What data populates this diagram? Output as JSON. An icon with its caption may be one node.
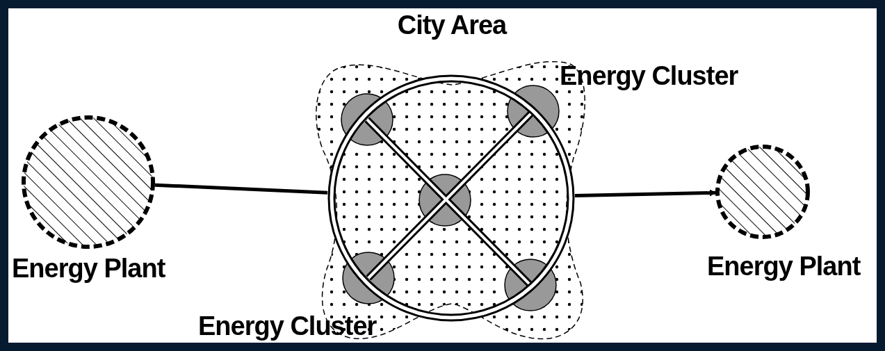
{
  "diagram": {
    "nodes": [
      {
        "text": [
          "Energy Plant"
        ]
      },
      {
        "text": [
          "City Area"
        ]
      },
      {
        "text": [],
        "shape": "circle",
        "in": 1
      },
      {
        "text": [],
        "shape": "circle",
        "in": 2
      },
      {
        "text": [],
        "shape": "circle",
        "in": 2,
        "beside": [
          "Energy Cluster"
        ]
      },
      {
        "text": [],
        "shape": "circle",
        "in": 2
      },
      {
        "text": [],
        "shape": "circle",
        "in": 2,
        "beside": [
          "Energy Cluster"
        ]
      },
      {
        "text": [],
        "shape": "circle",
        "in": 2
      },
      {
        "text": [
          "Energy Plant"
        ]
      }
    ],
    "edges": [
      {
        "from": 0,
        "to": 2,
        "arrow": "none"
      },
      {
        "from": 2,
        "to": 8,
        "arrow": "to"
      }
    ]
  }
}
